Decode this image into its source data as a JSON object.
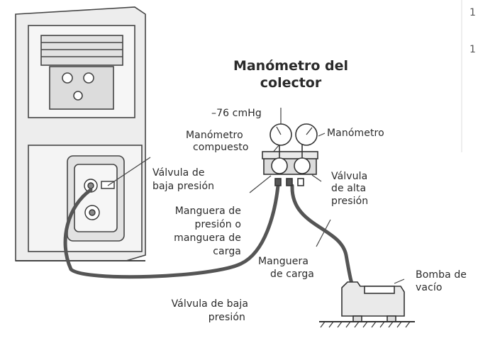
{
  "title": {
    "line1": "Manómetro del",
    "line2": "colector"
  },
  "labels": {
    "vacuum_reading": "–76 cmHg",
    "compound_gauge_l1": "Manómetro",
    "compound_gauge_l2": "compuesto",
    "gauge": "Manómetro",
    "low_valve_l1": "Válvula de",
    "low_valve_l2": "baja presión",
    "high_valve_l1": "Válvula",
    "high_valve_l2": "de alta",
    "high_valve_l3": "presión",
    "hose_l1": "Manguera de",
    "hose_l2": "presión o",
    "hose_l3": "manguera de",
    "hose_l4": "carga",
    "charge_hose_l1": "Manguera",
    "charge_hose_l2": "de carga",
    "vacuum_pump_l1": "Bomba de",
    "vacuum_pump_l2": "vacío",
    "low_valve_bottom_l1": "Válvula de baja",
    "low_valve_bottom_l2": "presión"
  },
  "page_marks": [
    "1",
    "1"
  ],
  "colors": {
    "line": "#444444",
    "unit_fill": "#ededed",
    "hose": "#555555"
  }
}
